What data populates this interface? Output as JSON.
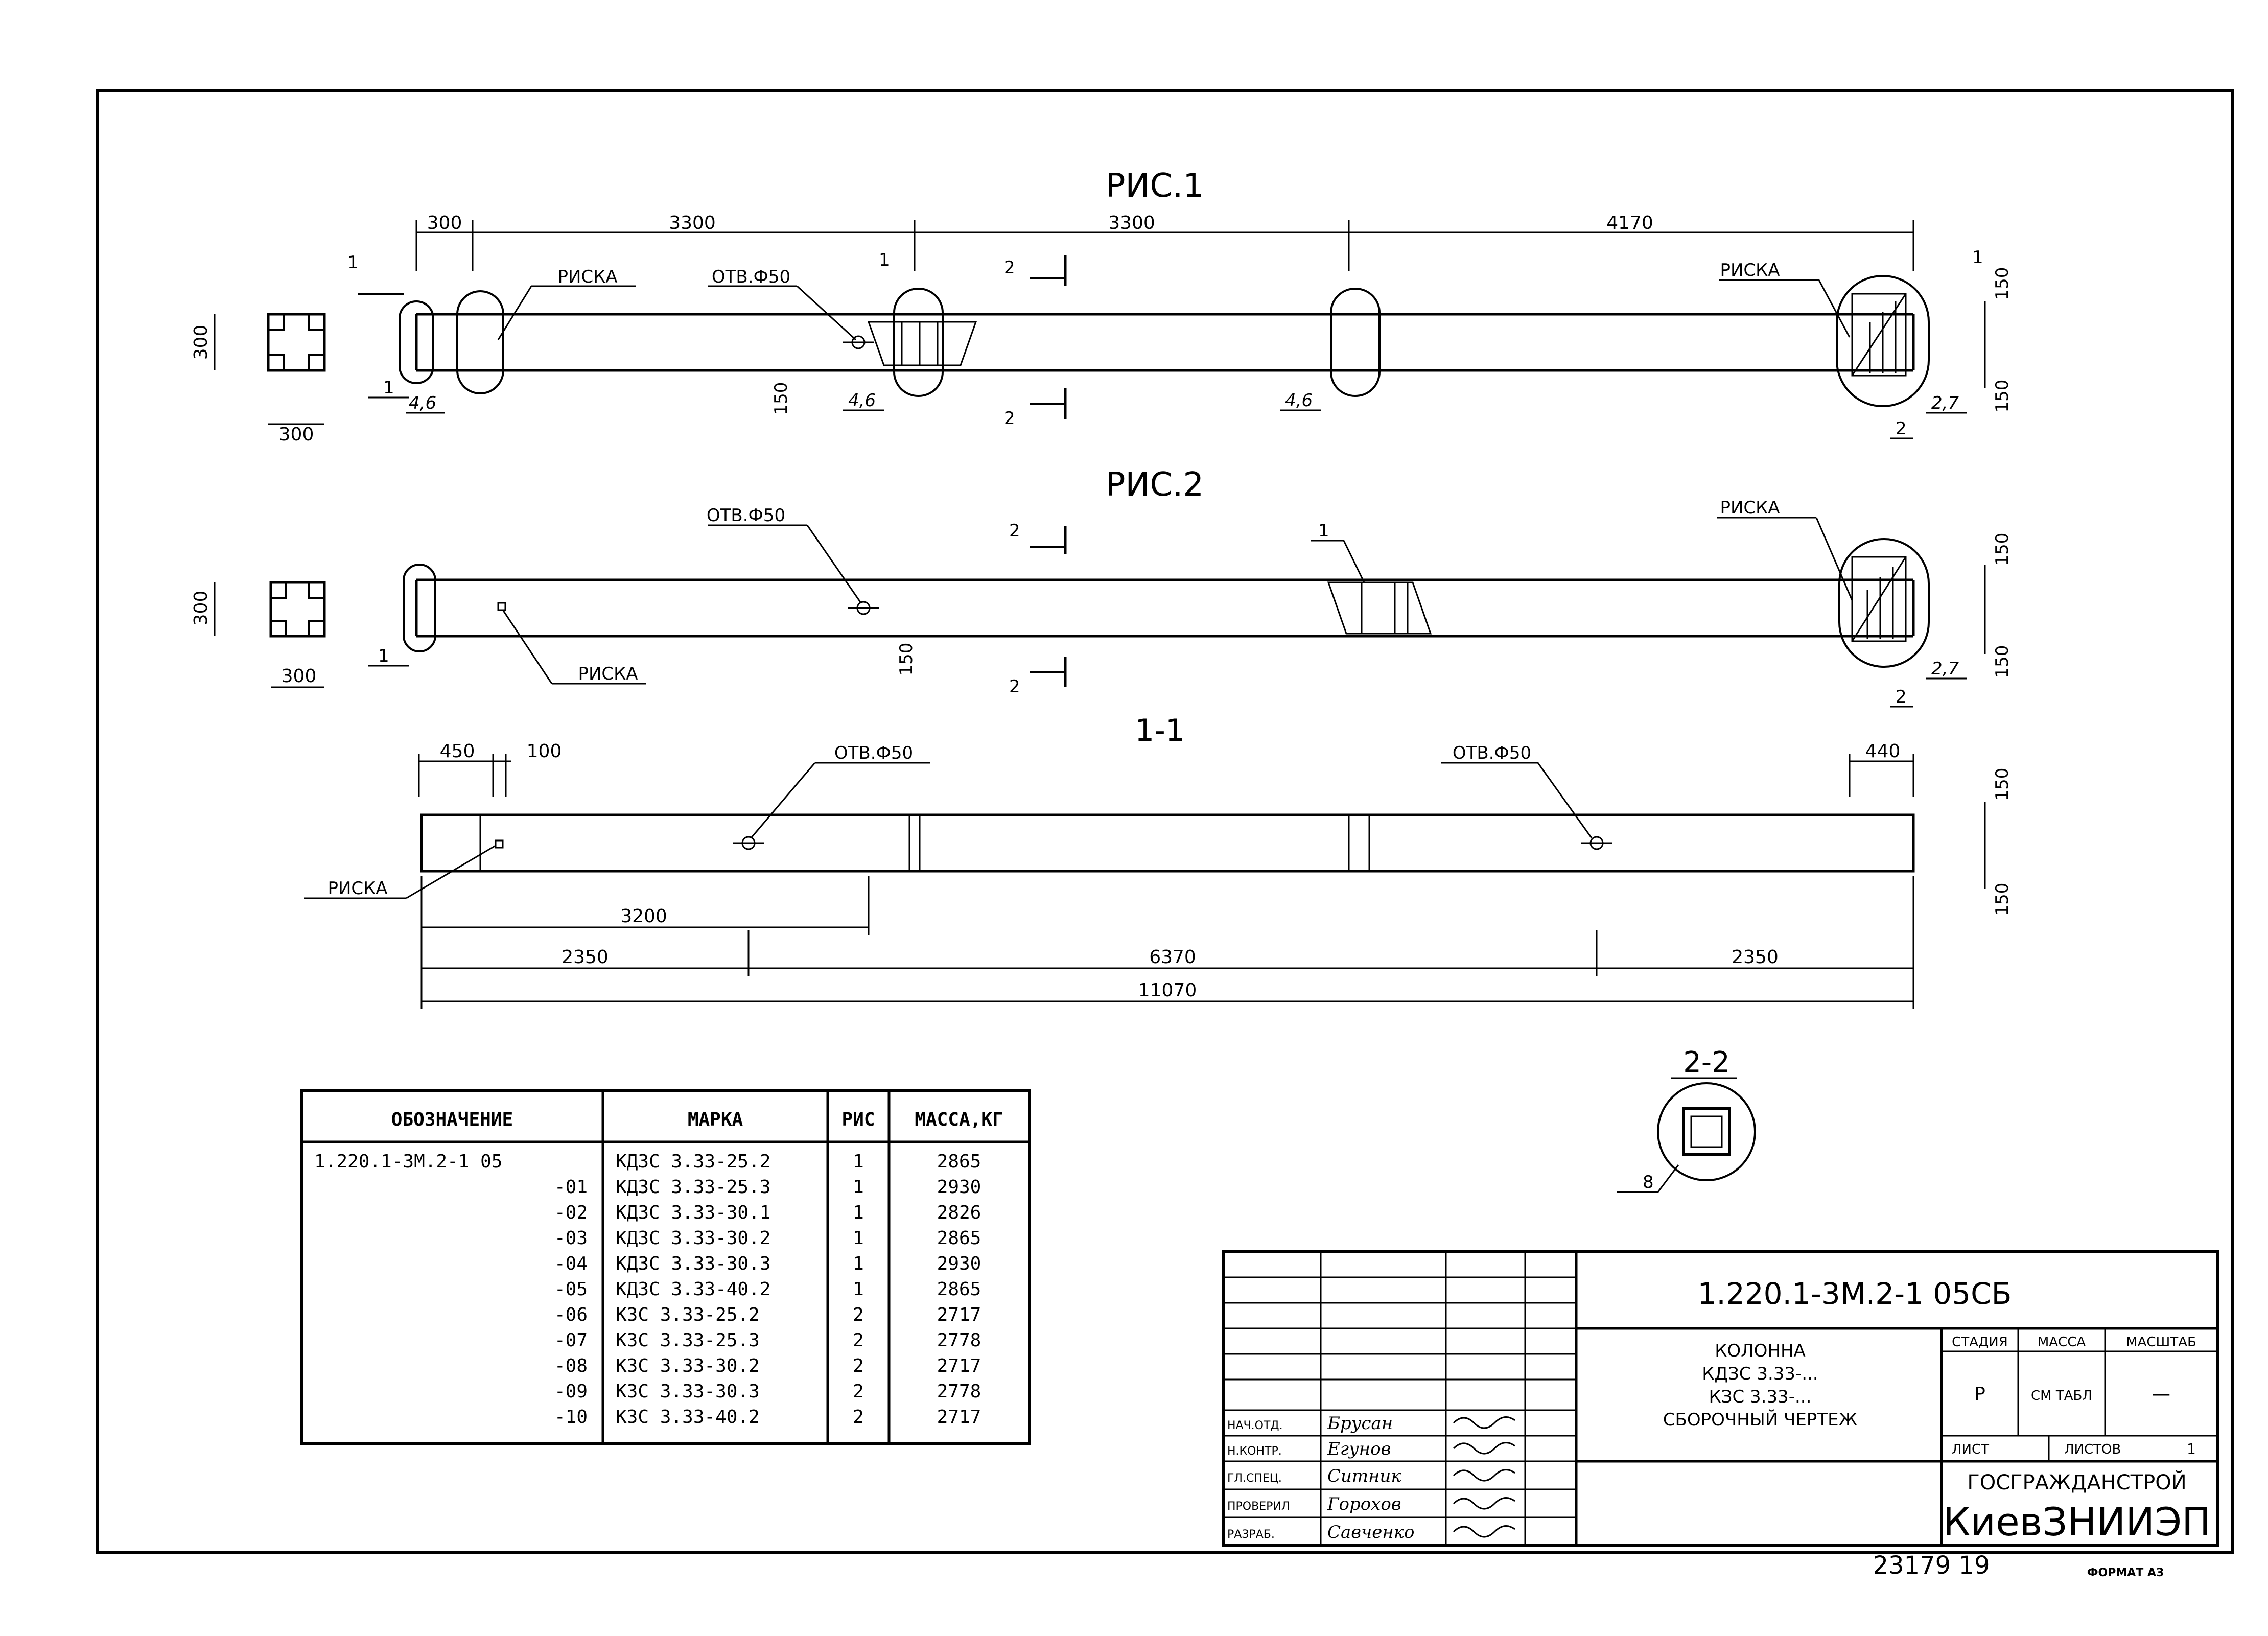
{
  "figures": {
    "fig1_title": "РИС.1",
    "fig2_title": "РИС.2",
    "section11_title": "1-1",
    "section22_title": "2-2"
  },
  "fig1": {
    "dims_top": [
      "300",
      "3300",
      "3300",
      "4170"
    ],
    "cross_section_w": "300",
    "cross_section_h": "300",
    "risk_left": "РИСКА",
    "hole": "ОТВ.Ф50",
    "risk_right": "РИСКА",
    "offset_150": "150",
    "right_dims": [
      "150",
      "150"
    ],
    "callouts": [
      "1",
      "4,6",
      "4,6",
      "4,6",
      "2,7",
      "2",
      "1"
    ],
    "cut_1": "1",
    "cut_2": "2"
  },
  "fig2": {
    "cross_section_w": "300",
    "cross_section_h": "300",
    "hole": "ОТВ.Ф50",
    "risk_left": "РИСКА",
    "risk_right": "РИСКА",
    "offset_150": "150",
    "right_dims": [
      "150",
      "150"
    ],
    "callouts": [
      "1",
      "1",
      "2,7",
      "2"
    ],
    "cut_2": "2"
  },
  "section11": {
    "dims_top": [
      "450",
      "100",
      "440"
    ],
    "hole_left": "ОТВ.Ф50",
    "hole_right": "ОТВ.Ф50",
    "risk": "РИСКА",
    "right_dims": [
      "150",
      "150"
    ],
    "dim_3200": "3200",
    "dims_bottom": [
      "2350",
      "6370",
      "2350"
    ],
    "dim_total": "11070"
  },
  "section22": {
    "callout": "8"
  },
  "spec_table": {
    "headers": [
      "ОБОЗНАЧЕНИЕ",
      "МАРКА",
      "РИС",
      "МАССА,КГ"
    ],
    "rows": [
      [
        "1.220.1-3М.2-1 05",
        "КДЗС 3.33-25.2",
        "1",
        "2865"
      ],
      [
        "-01",
        "КДЗС 3.33-25.3",
        "1",
        "2930"
      ],
      [
        "-02",
        "КДЗС 3.33-30.1",
        "1",
        "2826"
      ],
      [
        "-03",
        "КДЗС 3.33-30.2",
        "1",
        "2865"
      ],
      [
        "-04",
        "КДЗС 3.33-30.3",
        "1",
        "2930"
      ],
      [
        "-05",
        "КДЗС 3.33-40.2",
        "1",
        "2865"
      ],
      [
        "-06",
        "КЗС 3.33-25.2",
        "2",
        "2717"
      ],
      [
        "-07",
        "КЗС 3.33-25.3",
        "2",
        "2778"
      ],
      [
        "-08",
        "КЗС 3.33-30.2",
        "2",
        "2717"
      ],
      [
        "-09",
        "КЗС 3.33-30.3",
        "2",
        "2778"
      ],
      [
        "-10",
        "КЗС 3.33-40.2",
        "2",
        "2717"
      ]
    ]
  },
  "title_block": {
    "doc_code": "1.220.1-3М.2-1 05СБ",
    "title_lines": [
      "КОЛОННА",
      "КДЗС 3.33-...",
      "КЗС 3.33-...",
      "СБОРОЧНЫЙ ЧЕРТЕЖ"
    ],
    "stage_label": "СТАДИЯ",
    "mass_label": "МАССА",
    "scale_label": "МАСШТАБ",
    "stage_value": "Р",
    "mass_value": "СМ ТАБЛ",
    "scale_value": "—",
    "sheet_label": "ЛИСТ",
    "sheets_label": "ЛИСТОВ",
    "sheets_value": "1",
    "org_line1": "ГОСГРАЖДАНСТРОЙ",
    "org_line2": "КиевЗНИИЭП",
    "roles": [
      {
        "role": "НАЧ.ОТД.",
        "name": "Брусан"
      },
      {
        "role": "Н.КОНТР.",
        "name": "Егунов"
      },
      {
        "role": "ГЛ.СПЕЦ.",
        "name": "Ситник"
      },
      {
        "role": "ПРОВЕРИЛ",
        "name": "Горохов"
      },
      {
        "role": "РАЗРАБ.",
        "name": "Савченко"
      }
    ]
  },
  "footer": {
    "archive_number": "23179 19",
    "format": "ФОРМАТ А3"
  }
}
